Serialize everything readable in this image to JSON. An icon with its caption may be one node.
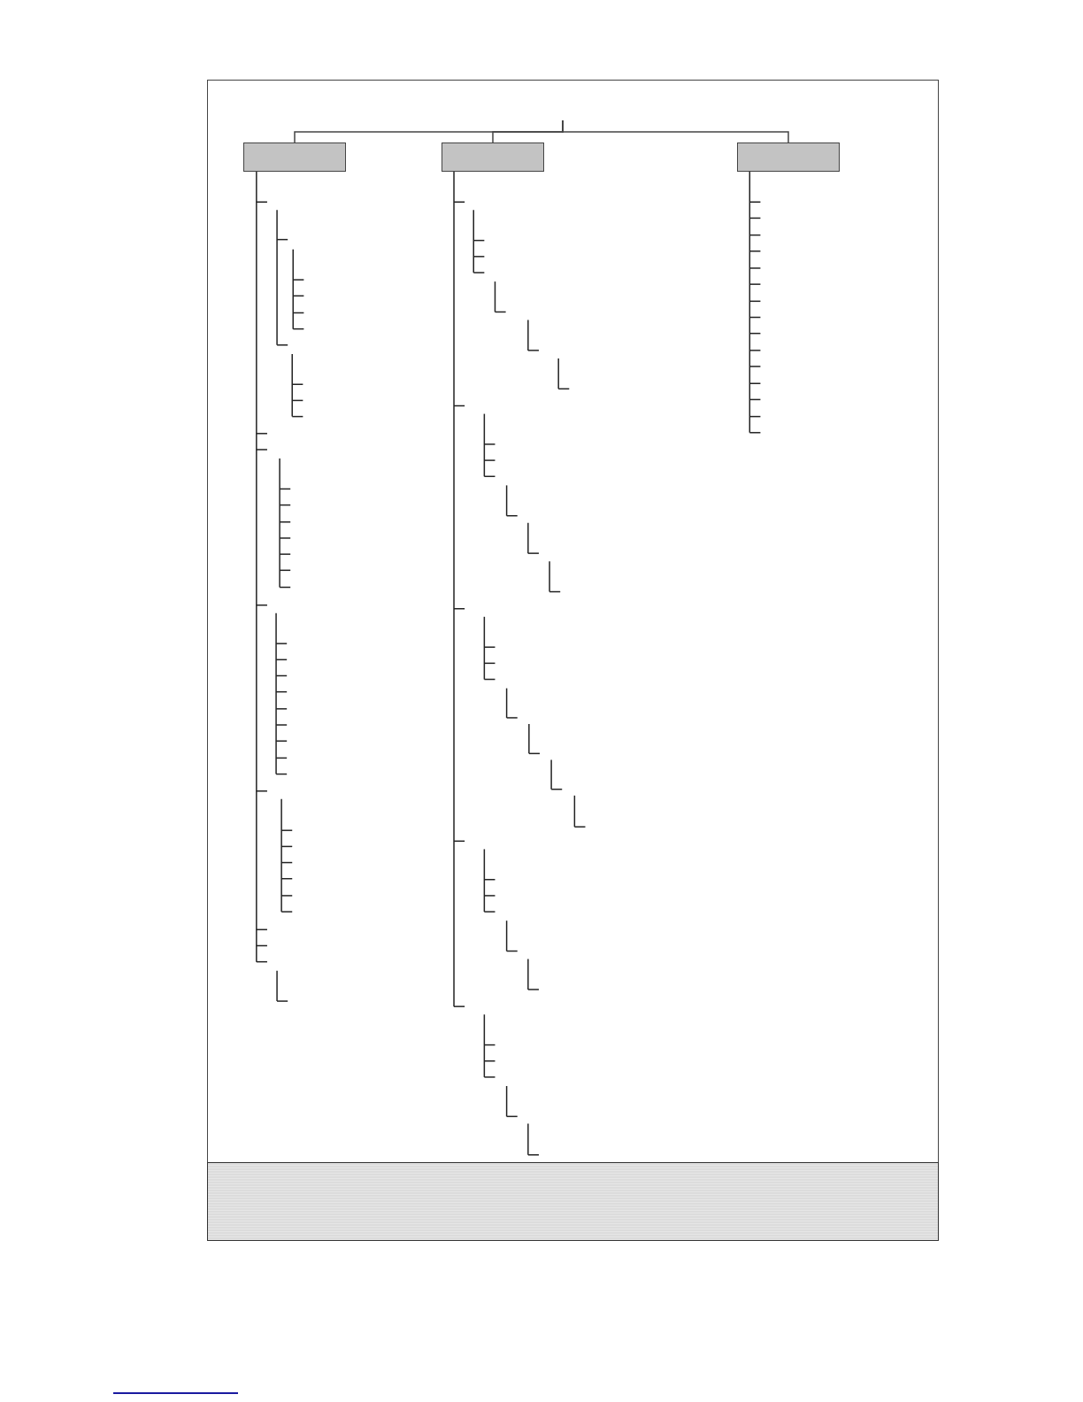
{
  "diagram": {
    "nodes": [
      {
        "text": [],
        "shape": "box"
      },
      {
        "text": [],
        "shape": "box"
      },
      {
        "text": [],
        "shape": "box"
      }
    ],
    "edges": [
      {
        "from": null,
        "to": 0,
        "arrow": "none"
      },
      {
        "from": null,
        "to": 1,
        "arrow": "none"
      },
      {
        "from": null,
        "to": 2,
        "arrow": "none"
      }
    ]
  }
}
